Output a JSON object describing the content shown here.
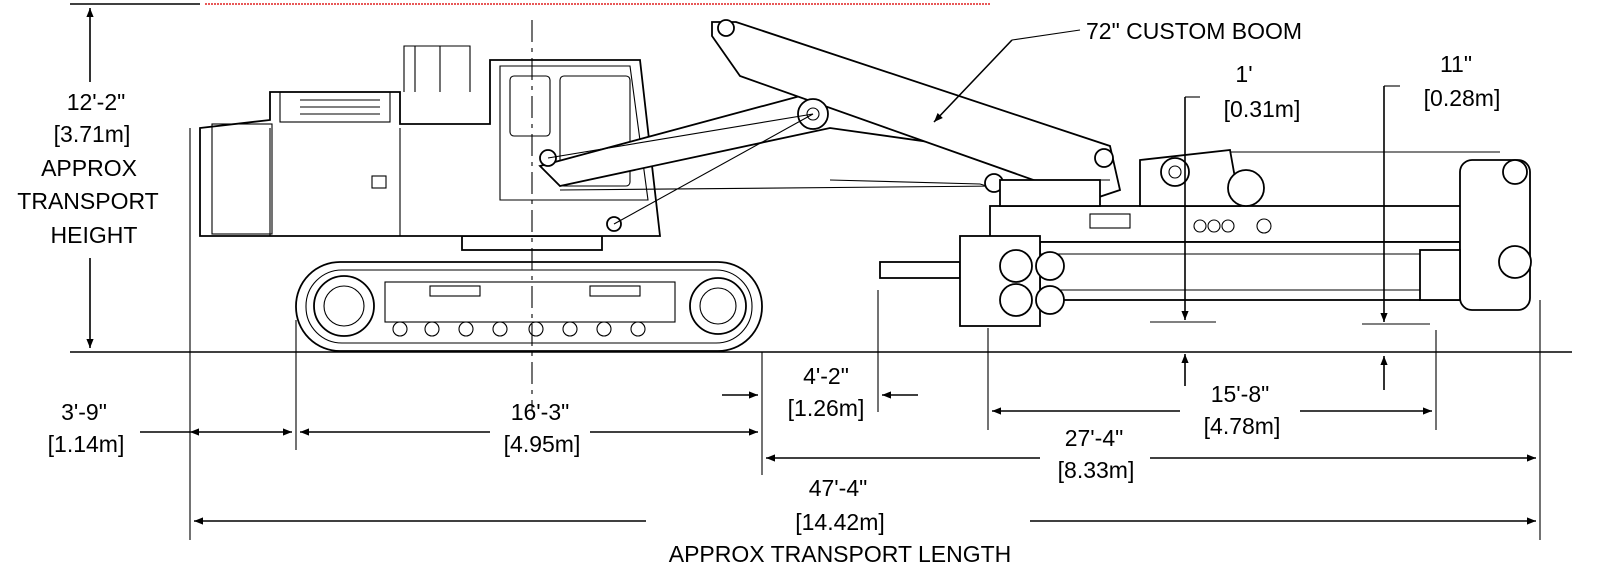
{
  "annotations": {
    "boom_label": "72\" CUSTOM BOOM",
    "height": {
      "imperial": "12'-2\"",
      "metric": "[3.71m]",
      "line1": "APPROX",
      "line2": "TRANSPORT",
      "line3": "HEIGHT"
    },
    "front_overhang": {
      "imperial": "3'-9\"",
      "metric": "[1.14m]"
    },
    "track_length": {
      "imperial": "16'-3\"",
      "metric": "[4.95m]"
    },
    "gap": {
      "imperial": "4'-2\"",
      "metric": "[1.26m]"
    },
    "clearance_left": {
      "imperial": "1'",
      "metric": "[0.31m]"
    },
    "clearance_right": {
      "imperial": "11\"",
      "metric": "[0.28m]"
    },
    "attachment_span": {
      "imperial": "15'-8\"",
      "metric": "[4.78m]"
    },
    "attachment_length": {
      "imperial": "27'-4\"",
      "metric": "[8.33m]"
    },
    "overall_length": {
      "imperial": "47'-4\"",
      "metric": "[14.42m]",
      "caption": "APPROX TRANSPORT LENGTH"
    }
  },
  "colors": {
    "line": "#000000",
    "reference_line": "#e02020",
    "background": "#ffffff"
  }
}
